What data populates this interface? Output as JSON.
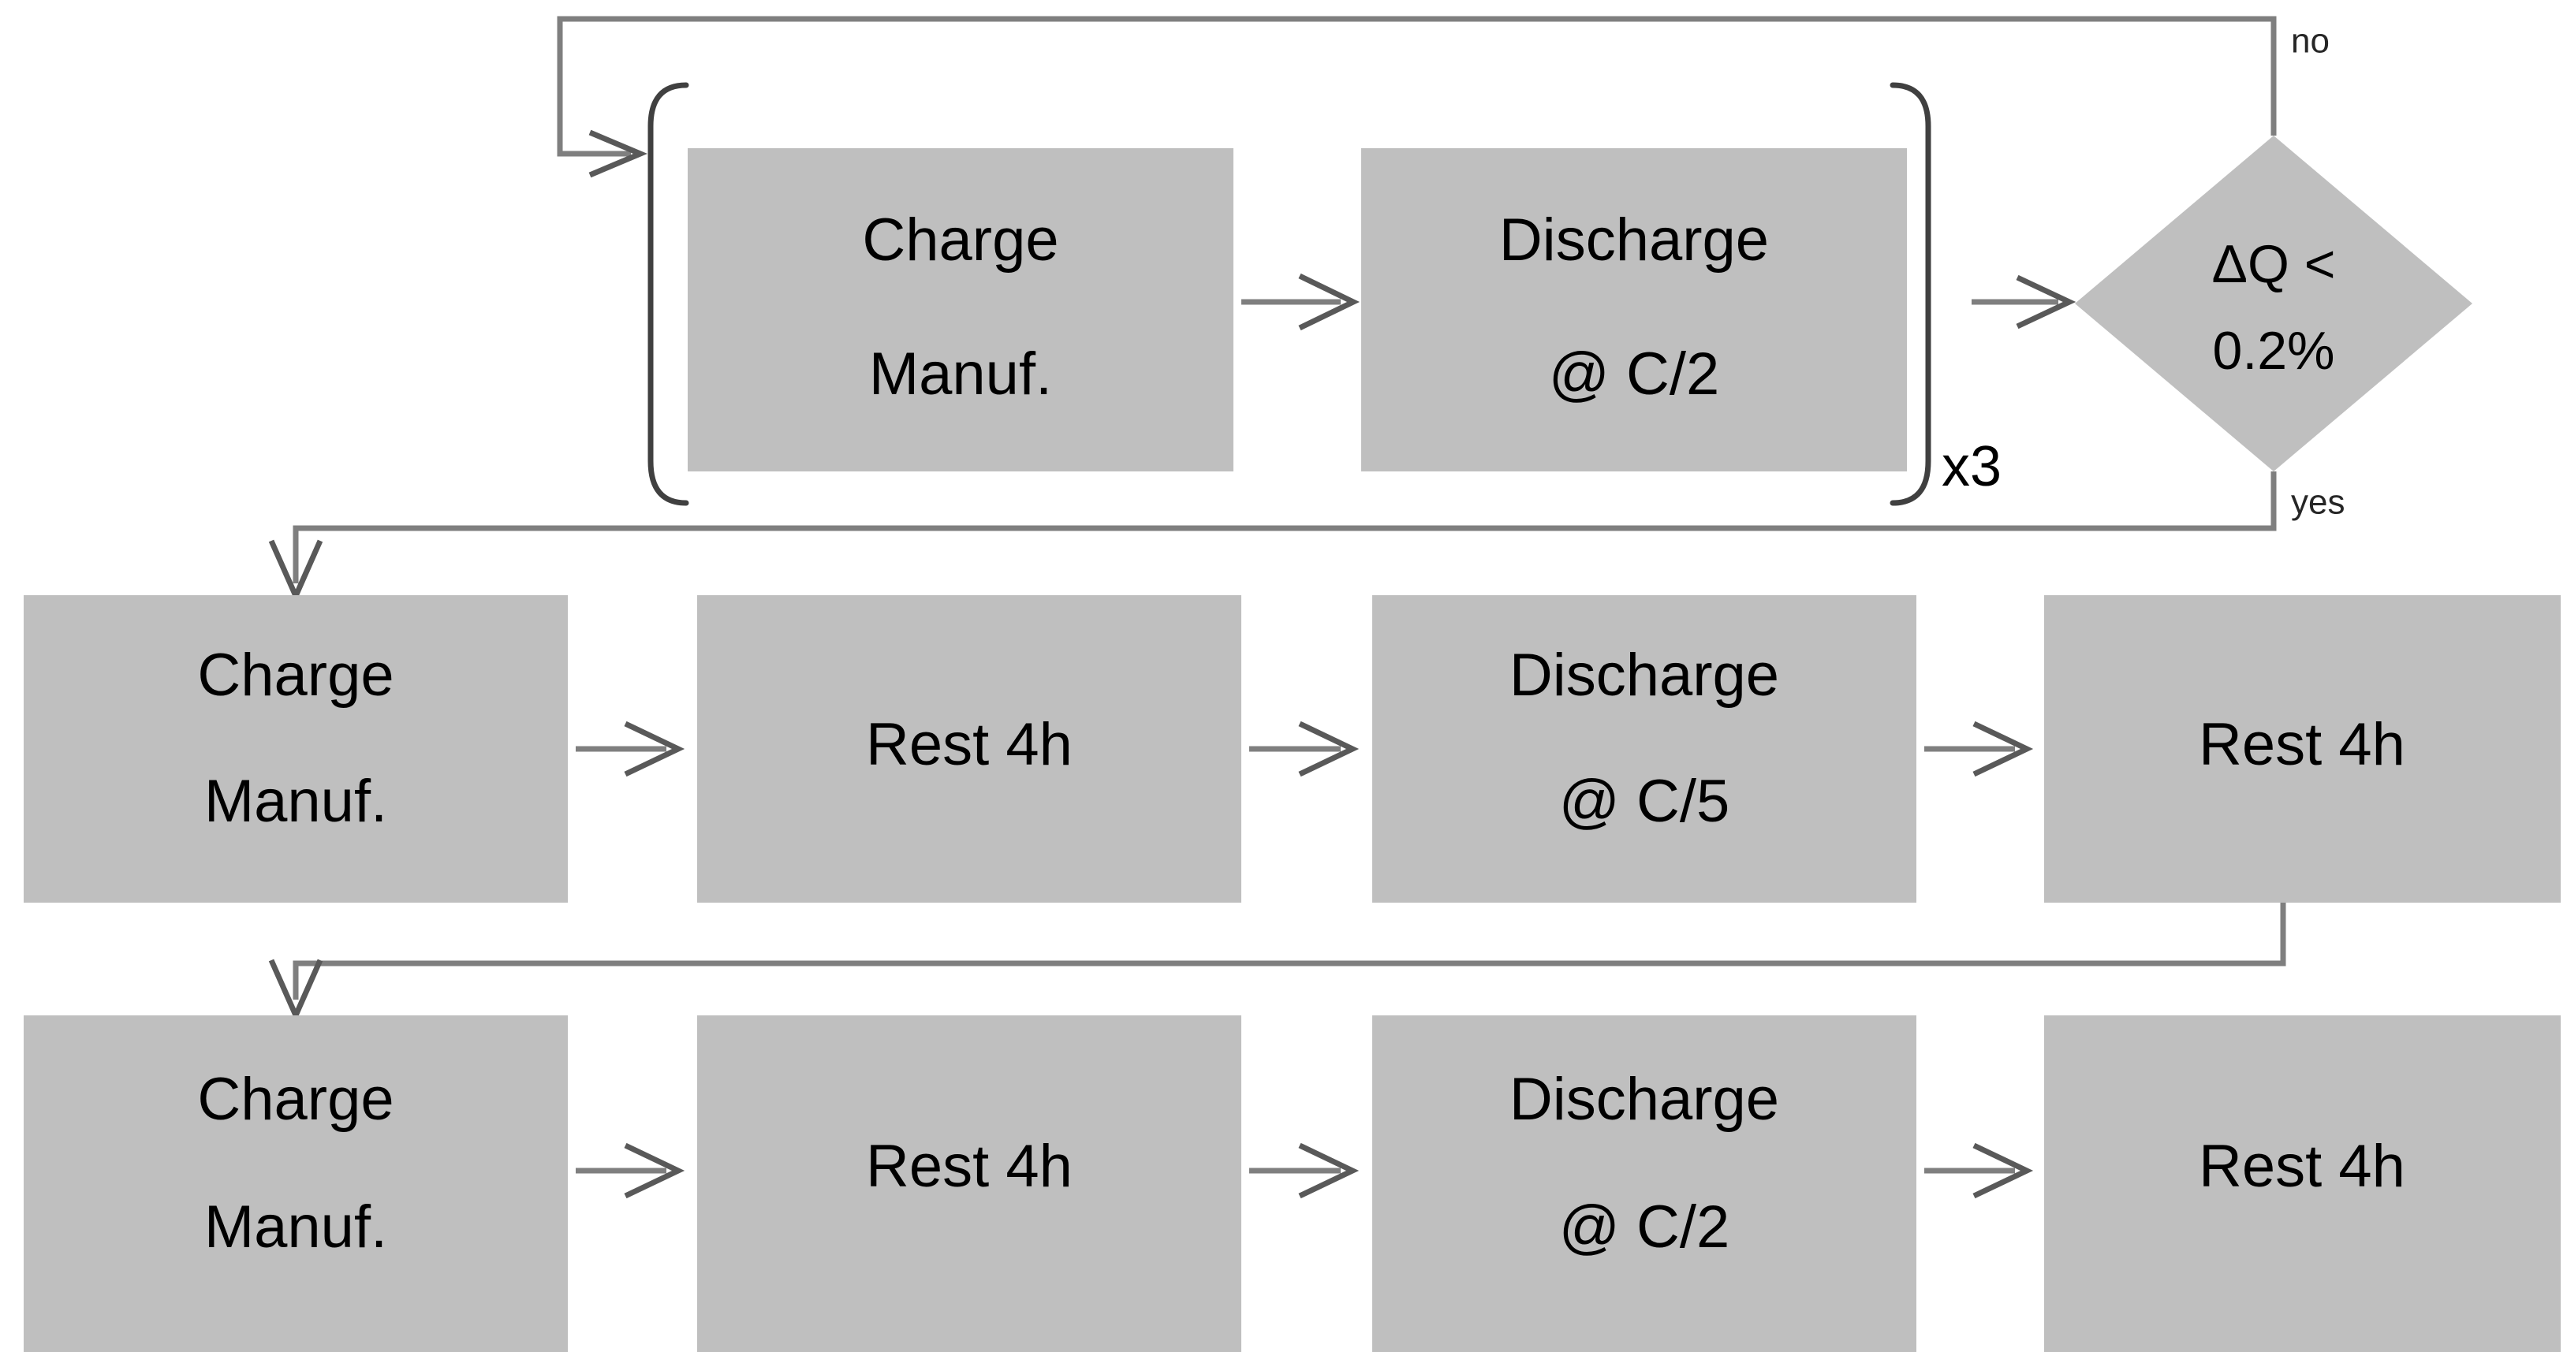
{
  "diagram": {
    "title": "Battery formation and characterization test protocol flowchart",
    "colors": {
      "node_fill": "#bfbfbf",
      "line": "#7f7f7f",
      "line_dark": "#595959",
      "text": "#000000",
      "background": "#ffffff"
    },
    "loop": {
      "repeat_label": "x3",
      "branch_no": "no",
      "branch_yes": "yes"
    },
    "decision": {
      "line1": "ΔQ <",
      "line2": "0.2%"
    },
    "rows": [
      {
        "name": "formation-loop-row",
        "nodes": [
          {
            "line1": "Charge",
            "line2": "Manuf."
          },
          {
            "line1": "Discharge",
            "line2": "@ C/2"
          }
        ]
      },
      {
        "name": "c5-characterization-row",
        "nodes": [
          {
            "line1": "Charge",
            "line2": "Manuf."
          },
          {
            "line1": "Rest 4h",
            "line2": ""
          },
          {
            "line1": "Discharge",
            "line2": "@ C/5"
          },
          {
            "line1": "Rest 4h",
            "line2": ""
          }
        ]
      },
      {
        "name": "c2-characterization-row",
        "nodes": [
          {
            "line1": "Charge",
            "line2": "Manuf."
          },
          {
            "line1": "Rest 4h",
            "line2": ""
          },
          {
            "line1": "Discharge",
            "line2": "@ C/2"
          },
          {
            "line1": "Rest 4h",
            "line2": ""
          }
        ]
      }
    ]
  }
}
